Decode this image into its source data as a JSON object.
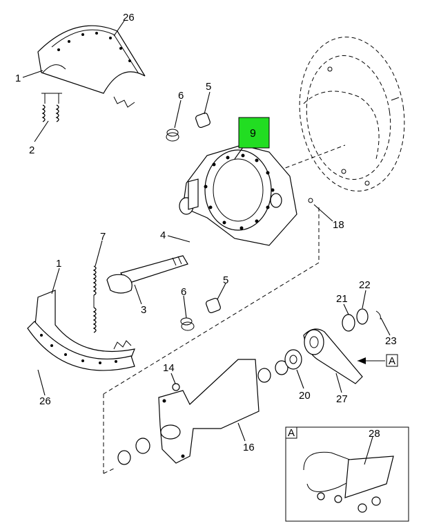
{
  "highlight_color": "#22dd22",
  "callouts": {
    "c1_top": "1",
    "c26_top": "26",
    "c2": "2",
    "c6_top": "6",
    "c5_top": "5",
    "c9": "9",
    "c18": "18",
    "c4": "4",
    "c7": "7",
    "c1_bottom": "1",
    "c3": "3",
    "c6_mid": "6",
    "c5_mid": "5",
    "c22": "22",
    "c21": "21",
    "c23": "23",
    "c26_bottom": "26",
    "c14": "14",
    "c20": "20",
    "c27": "27",
    "c16": "16",
    "arrow_ref": "A",
    "inset_ref": "A",
    "c28": "28"
  }
}
